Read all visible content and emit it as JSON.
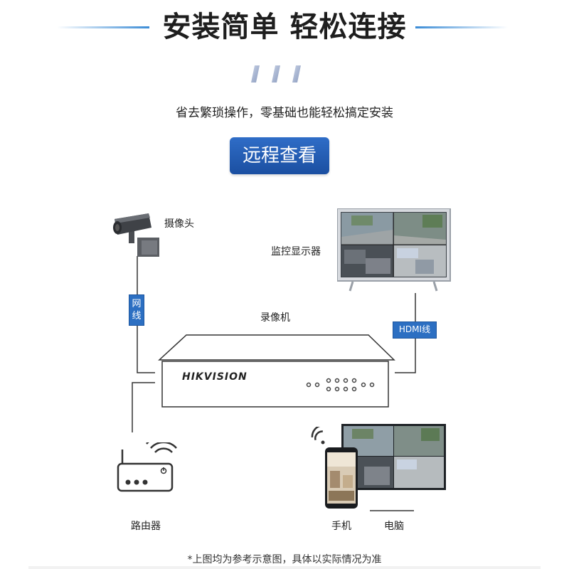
{
  "header": {
    "title": "安装简单 轻松连接",
    "subtitle": "省去繁琐操作，零基础也能轻松搞定安装",
    "badge": "远程查看"
  },
  "diagram": {
    "camera_label": "摄像头",
    "monitor_label": "监控显示器",
    "nvr_label": "录像机",
    "nvr_brand": "HIKVISION",
    "network_cable_label": "网线",
    "hdmi_label": "HDMI线",
    "router_label": "路由器",
    "phone_label": "手机",
    "computer_label": "电脑"
  },
  "footnote": "*上图均为参考示意图，具体以实际情况为准",
  "colors": {
    "accent_blue": "#2c6fc2",
    "badge_blue": "#1b4fa1",
    "line_gray": "#333333"
  }
}
